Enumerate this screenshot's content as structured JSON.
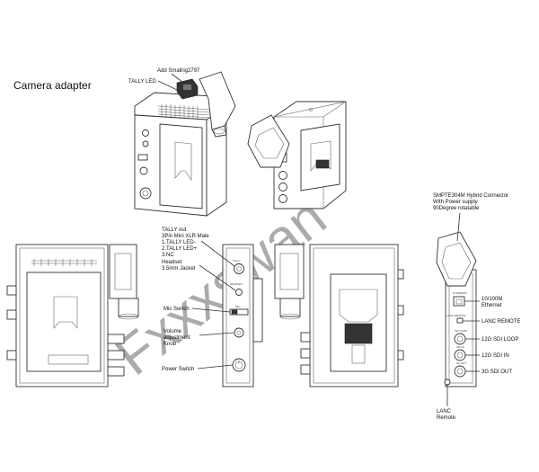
{
  "title": "Camera adapter",
  "watermark": "Fxxxswan",
  "top_callouts": {
    "add_smallrig": "Add Smallrig2797",
    "tally_led": "TALLY LED"
  },
  "side_callouts": {
    "tally_out": [
      "TALLY out",
      "3Pin Mini XLR Male",
      "1.TALLY LED-",
      "2.TALLY LED+",
      "3.NC"
    ],
    "headset": [
      "Headset",
      "3.5mm Jacket"
    ],
    "mic_switch": [
      "Mic Switch"
    ],
    "volume": [
      "Volume",
      "adjustment",
      "Knob"
    ],
    "power_switch": [
      "Power Switch"
    ]
  },
  "right_callouts": {
    "smpte": [
      "SMPTE304M Hybrid Connector",
      "With Power supply",
      "90Degree rotatable"
    ],
    "ethernet": [
      "10/100M",
      "Ethernet"
    ],
    "lanc_remote": [
      "LANC REMOTE"
    ],
    "sdi_loop": [
      "12G SDI LOOP"
    ],
    "sdi_in": [
      "12G SDI IN"
    ],
    "sdi_out": [
      "3G SDI OUT"
    ],
    "lanc_bottom": [
      "LANC",
      "Remote"
    ]
  },
  "panel_marks": {
    "tally": "TALLY",
    "headset": "HEADSET",
    "mic": "MIC",
    "ethernet": "ETHERNET",
    "lanc": "LANC REMOTE",
    "sdi_loop": "SDI LOOP",
    "sdi_in": "SDI IN",
    "sdi_out": "3G OUT"
  }
}
